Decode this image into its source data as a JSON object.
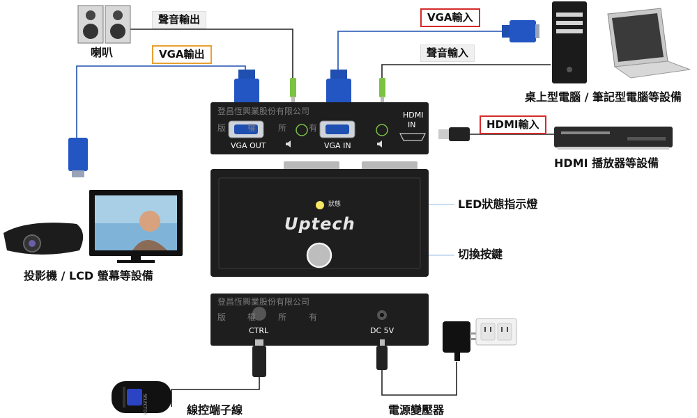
{
  "labels": {
    "speaker": "喇叭",
    "audio_output": "聲音輸出",
    "vga_output": "VGA輸出",
    "vga_input": "VGA輸入",
    "audio_input": "聲音輸入",
    "pc_devices": "桌上型電腦 / 筆記型電腦等設備",
    "hdmi_input": "HDMI輸入",
    "hdmi_player": "HDMI 播放器等設備",
    "led": "LED狀態指示燈",
    "switch_button": "切換按鍵",
    "projector_devices": "投影機 / LCD 螢幕等設備",
    "control_cable": "線控端子線",
    "power_adapter": "電源變壓器"
  },
  "device": {
    "company_watermark": "登昌恆興業股份有限公司",
    "rights_chars": [
      "版",
      "權",
      "所",
      "有"
    ],
    "vga_out_label": "VGA OUT",
    "vga_in_label": "VGA IN",
    "hdmi_in_label_1": "HDMI",
    "hdmi_in_label_2": "IN",
    "brand": "Uptech",
    "status_label": "狀態",
    "ctrl_label": "CTRL",
    "dc_label": "DC 5V",
    "remote_label": "SELECTOR"
  },
  "colors": {
    "vga_blue": "#1f4fb0",
    "audio_green": "#7cc243",
    "red_frame": "#d42a2a",
    "orange_frame": "#e8a030",
    "device_body": "#1e1e1e",
    "led_yellow": "#f5e663"
  },
  "icons": [
    "speaker-icon",
    "vga-connector-icon",
    "audio-jack-icon",
    "desktop-pc-icon",
    "laptop-icon",
    "hdmi-plug-icon",
    "media-player-icon",
    "projector-icon",
    "lcd-monitor-icon",
    "ctrl-plug-icon",
    "dc-plug-icon",
    "power-adapter-icon",
    "wall-outlet-icon",
    "remote-selector-icon"
  ]
}
